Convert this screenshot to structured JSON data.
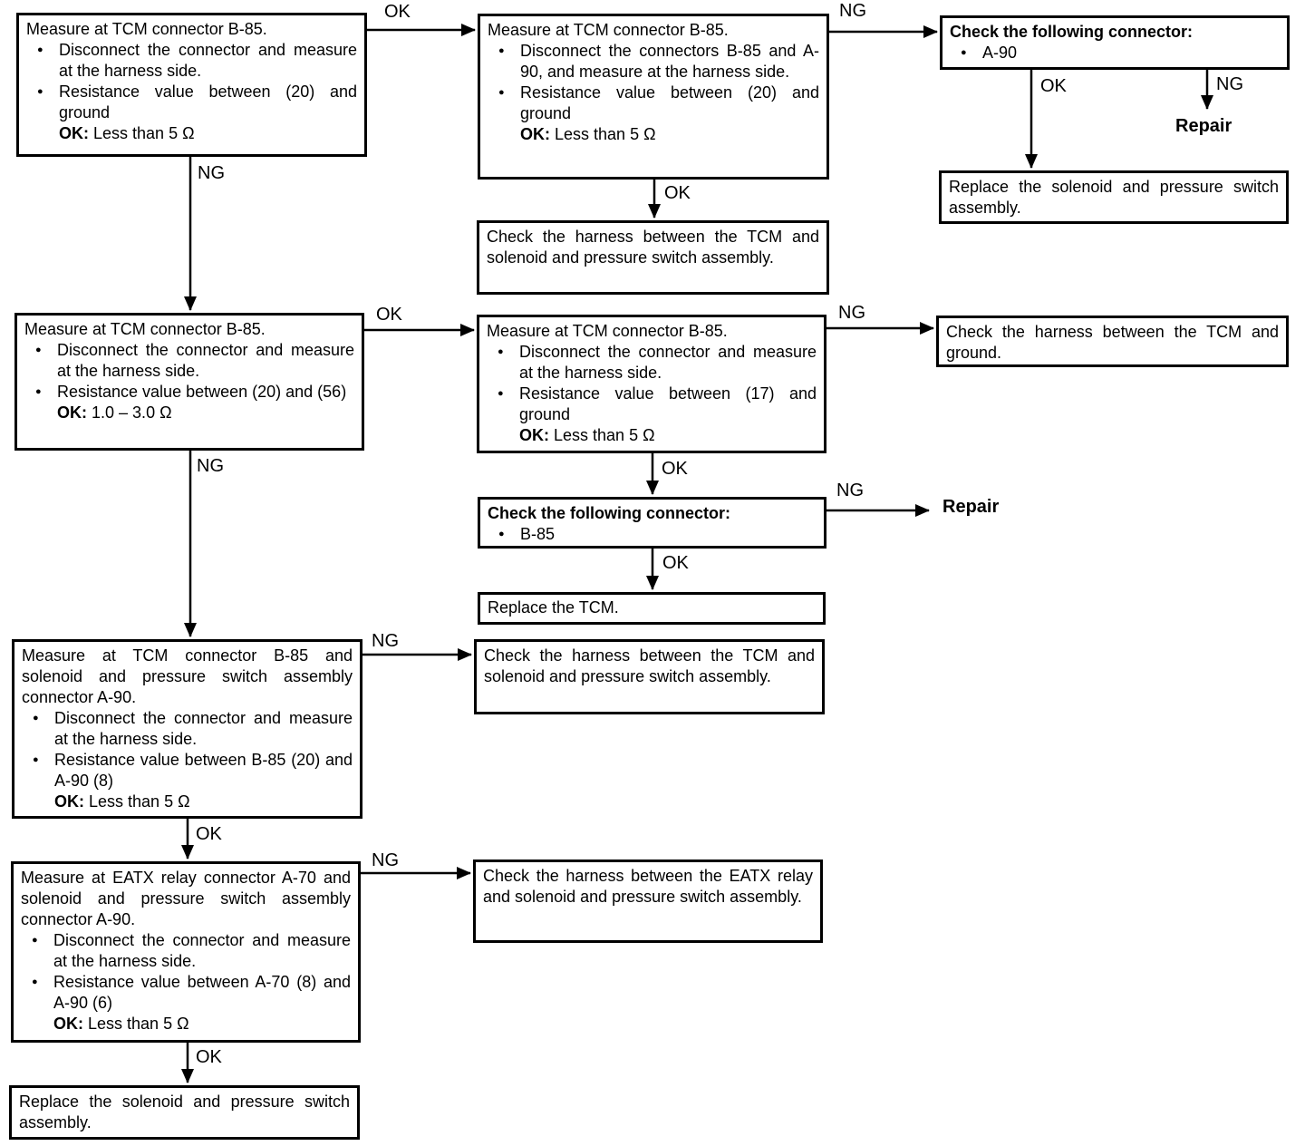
{
  "colors": {
    "ink": "#000000",
    "paper": "#ffffff"
  },
  "glyphs": {
    "bullet": "●"
  },
  "labels": {
    "ok": "OK",
    "ng": "NG",
    "repair": "Repair"
  },
  "boxes": {
    "m1": {
      "title": "Measure at TCM connector B-85.",
      "b1": "Disconnect the connector and measure at the harness side.",
      "b2": "Resistance value between (20) and ground",
      "ok_label": "OK:",
      "ok_value": "Less than 5 Ω"
    },
    "m2": {
      "title": "Measure at TCM connector B-85.",
      "b1": "Disconnect the connectors B-85 and A-90, and measure at the harness side.",
      "b2": "Resistance value between (20) and ground",
      "ok_label": "OK:",
      "ok_value": "Less than 5 Ω"
    },
    "c1": {
      "heading": "Check the following connector:",
      "item": "A-90"
    },
    "r1": {
      "text": "Replace the solenoid and pressure switch assembly."
    },
    "h1": {
      "text": "Check the harness between the TCM and solenoid and pressure switch assembly."
    },
    "m3": {
      "title": "Measure at TCM connector B-85.",
      "b1": "Disconnect the connector and measure at the harness side.",
      "b2": "Resistance value between (20) and (56)",
      "ok_label": "OK:",
      "ok_value": "1.0 – 3.0 Ω"
    },
    "m4": {
      "title": "Measure at TCM connector B-85.",
      "b1": "Disconnect the connector and measure at the harness side.",
      "b2": "Resistance value between (17) and ground",
      "ok_label": "OK:",
      "ok_value": "Less than 5 Ω"
    },
    "h2": {
      "text": "Check the harness between the TCM and ground."
    },
    "c2": {
      "heading": "Check the following connector:",
      "item": "B-85"
    },
    "r2": {
      "text": "Replace the TCM."
    },
    "m5": {
      "title": "Measure at TCM connector B-85 and solenoid and pressure switch assembly connector A-90.",
      "b1": "Disconnect the connector and measure at the harness side.",
      "b2": "Resistance value between B-85 (20) and A-90 (8)",
      "ok_label": "OK:",
      "ok_value": "Less than 5 Ω"
    },
    "h3": {
      "text": "Check the harness between the TCM and solenoid and pressure switch assembly."
    },
    "m6": {
      "title": "Measure at EATX relay connector A-70 and solenoid and pressure switch assembly connector A-90.",
      "b1": "Disconnect the connector and measure at the harness side.",
      "b2": "Resistance value between A-70 (8) and A-90 (6)",
      "ok_label": "OK:",
      "ok_value": "Less than 5 Ω"
    },
    "h4": {
      "text": "Check the harness between the EATX relay and solenoid and pressure switch assembly."
    },
    "r3": {
      "text": "Replace the solenoid and pressure switch assembly."
    }
  }
}
